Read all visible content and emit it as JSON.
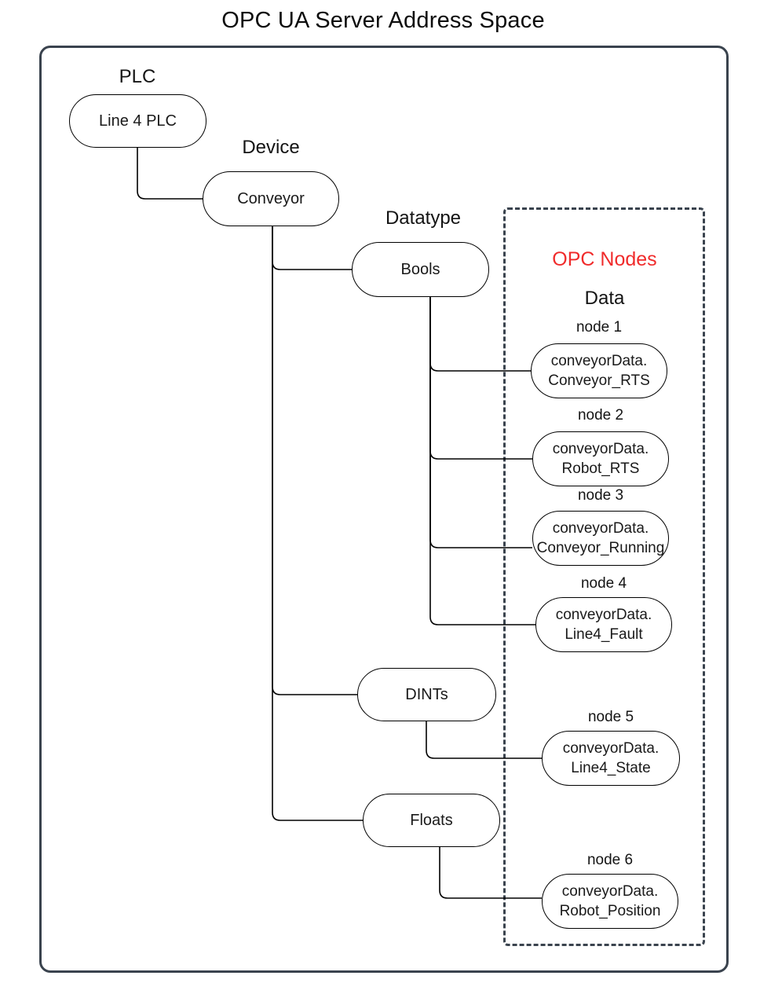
{
  "title": "OPC UA Server Address Space",
  "colors": {
    "box_outline": "#3a434e",
    "node_outline": "#000000",
    "opc_nodes_title": "#f02b2b",
    "text": "#141414",
    "background": "#ffffff"
  },
  "hierarchy": {
    "plc": {
      "label": "PLC",
      "node": "Line 4 PLC"
    },
    "device": {
      "label": "Device",
      "node": "Conveyor"
    },
    "datatype": {
      "label": "Datatype",
      "types": [
        "Bools",
        "DINTs",
        "Floats"
      ]
    }
  },
  "opc_box": {
    "title": "OPC Nodes",
    "subtitle": "Data",
    "nodes": [
      {
        "label": "node 1",
        "text_line1": "conveyorData.",
        "text_line2": "Conveyor_RTS"
      },
      {
        "label": "node 2",
        "text_line1": "conveyorData.",
        "text_line2": "Robot_RTS"
      },
      {
        "label": "node 3",
        "text_line1": "conveyorData.",
        "text_line2": "Conveyor_Running"
      },
      {
        "label": "node 4",
        "text_line1": "conveyorData.",
        "text_line2": "Line4_Fault"
      },
      {
        "label": "node 5",
        "text_line1": "conveyorData.",
        "text_line2": "Line4_State"
      },
      {
        "label": "node 6",
        "text_line1": "conveyorData.",
        "text_line2": "Robot_Position"
      }
    ]
  }
}
